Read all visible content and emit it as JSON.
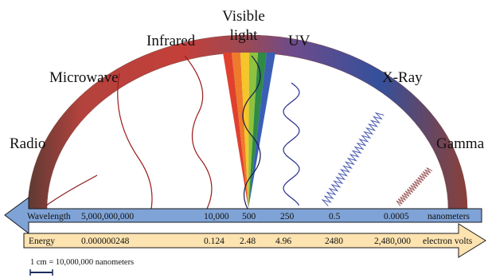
{
  "bands": {
    "radio": "Radio",
    "microwave": "Microwave",
    "infrared": "Infrared",
    "visible_line1": "Visible",
    "visible_line2": "light",
    "uv": "UV",
    "xray": "X-Ray",
    "gamma": "Gamma"
  },
  "wavelength": {
    "label": "Wavelength",
    "unit": "nanometers",
    "values": [
      "5,000,000,000",
      "10,000",
      "500",
      "250",
      "0.5",
      "0.0005"
    ]
  },
  "energy": {
    "label": "Energy",
    "unit": "electron volts",
    "values": [
      "0.000000248",
      "0.124",
      "2.48",
      "4.96",
      "2480",
      "2,480,000"
    ]
  },
  "scale": {
    "label": "1 cm = 10,000,000 nanometers"
  },
  "colors": {
    "wavelength_arrow": "#7fa3d6",
    "energy_arrow": "#fde3b0",
    "arc_start": "#6b3a34",
    "arc_red": "#c43f3a",
    "arc_mid": "#7a4a86",
    "arc_blue": "#36509a",
    "arc_end": "#8a3f38",
    "wave_red": "#8a1a1a",
    "wave_blue": "#28308a"
  },
  "visible_spectrum": [
    "#e0412f",
    "#ee7a2c",
    "#f5c52a",
    "#8fc23f",
    "#2f8a45",
    "#3a5fb5"
  ]
}
